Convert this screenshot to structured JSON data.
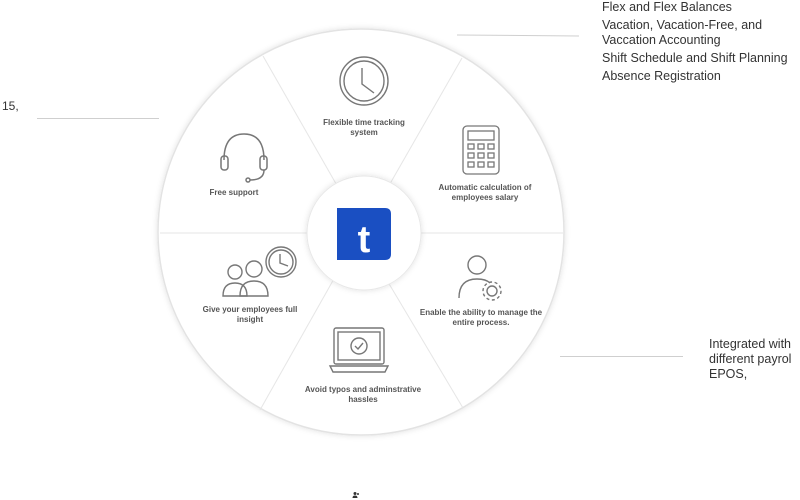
{
  "center_logo": {
    "letter": "t",
    "color": "#1a4fc2",
    "icon": "timelog-logo-icon"
  },
  "segments": [
    {
      "label": "Flexible time tracking system",
      "line1": "Flexible time tracking",
      "line2": "system",
      "icon": "clock-icon"
    },
    {
      "label": "Automatic calculation of employees salary",
      "line1": "Automatic calculation of",
      "line2": "employees salary",
      "icon": "calculator-icon"
    },
    {
      "label": "Enable the ability to manage the entire process.",
      "line1": "Enable the ability to manage the",
      "line2": "entire process.",
      "icon": "user-gear-icon"
    },
    {
      "label": "Avoid typos and adminstrative hassles",
      "line1": "Avoid typos and adminstrative",
      "line2": "hassles",
      "icon": "laptop-check-icon"
    },
    {
      "label": "Give your employees full insight",
      "line1": "Give your employees full",
      "line2": "insight",
      "icon": "people-clock-icon"
    },
    {
      "label": "Free support",
      "line1": "Free support",
      "line2": "",
      "icon": "headset-icon"
    }
  ],
  "right_list": [
    "Flex and Flex Balances",
    "Vacation, Vacation-Free, and",
    "Vaccation Accounting",
    "Shift Schedule and Shift Planning",
    "Absence Registration"
  ],
  "left_text": "15,",
  "bottom_right_text": [
    "Integrated with",
    "different payrol",
    "EPOS,"
  ],
  "colors": {
    "accent": "#1a4fc2",
    "icon_stroke": "#777777",
    "divider": "#e6e6e6",
    "ring": "#e3e3e3"
  }
}
